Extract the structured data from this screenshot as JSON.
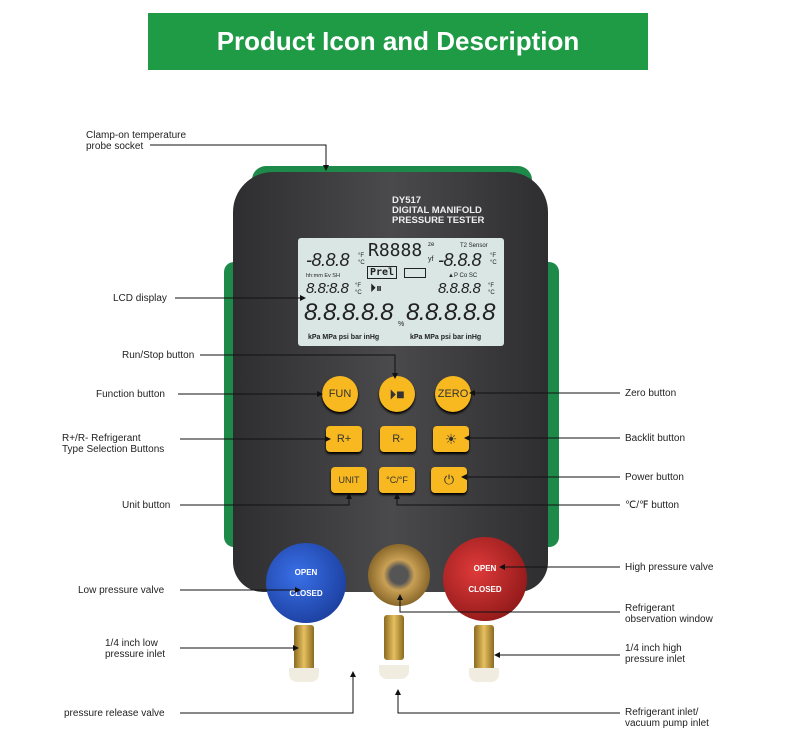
{
  "banner": {
    "title": "Product Icon and Description"
  },
  "device": {
    "model": "DY517",
    "line1": "DIGITAL MANIFOLD",
    "line2": "PRESSURE TESTER",
    "lcd": {
      "temp_left": "-8.8.8",
      "r_digits": "R8888",
      "unit_small": "ze",
      "yf": "yf",
      "t2": "T2 Sensor",
      "temp_right": "-8.8.8",
      "prel": "Prel",
      "hhmm": "hh:mm Ev SH",
      "clock": "8.8:8.8",
      "dp": "▲P Co SC",
      "right_small": "8.8.8.8",
      "big_left": "8.8.8.8.8",
      "pct": "%",
      "big_right": "8.8.8.8.8",
      "units_left": "kPa MPa psi bar inHg",
      "units_right": "kPa MPa psi bar inHg",
      "fc": "°F °C"
    },
    "buttons": {
      "fun": "FUN",
      "zero": "ZERO",
      "rplus": "R+",
      "rminus": "R-",
      "unit": "UNIT",
      "cf": "°C/°F"
    },
    "knobs": {
      "open": "OPEN",
      "closed": "CLOSED"
    },
    "colors": {
      "body": "#3a3a3c",
      "grip": "#1e8a4a",
      "button": "#f7b820",
      "low_knob": "#1f4fc0",
      "high_knob": "#b01f22",
      "banner": "#1f9a45"
    }
  },
  "labels": {
    "clamp": "Clamp-on temperature\nprobe socket",
    "lcd": "LCD display",
    "runstop": "Run/Stop button",
    "function": "Function button",
    "zero": "Zero button",
    "rr": "R+/R- Refrigerant\nType Selection Buttons",
    "backlit": "Backlit button",
    "power": "Power button",
    "unit": "Unit button",
    "cf": "℃/℉ button",
    "low_valve": "Low pressure valve",
    "high_valve": "High pressure valve",
    "window": "Refrigerant\nobservation window",
    "low_inlet": "1/4 inch low\npressure inlet",
    "high_inlet": "1/4 inch high\npressure inlet",
    "release": "pressure release valve",
    "ref_inlet": "Refrigerant inlet/\nvacuum pump inlet"
  }
}
